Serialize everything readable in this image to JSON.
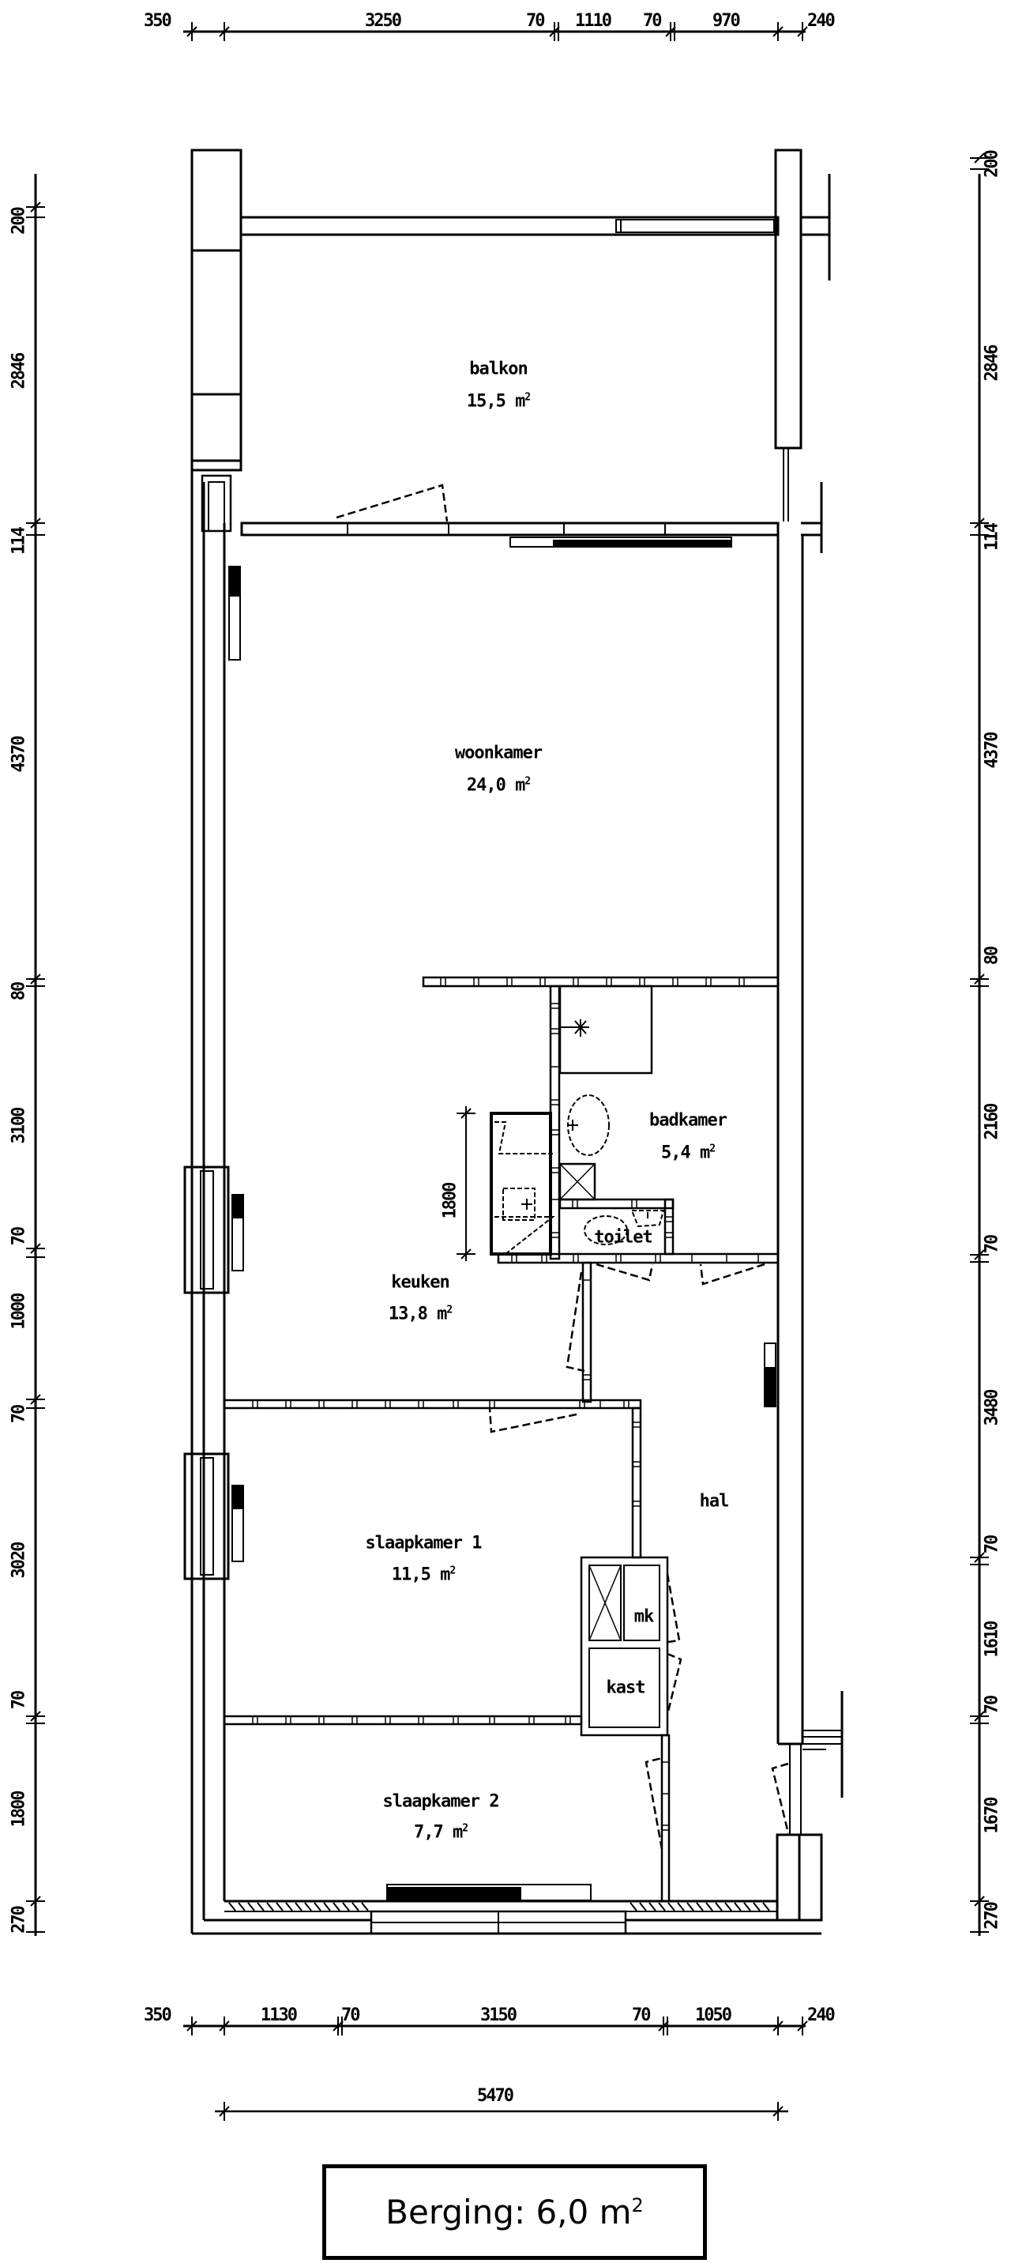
{
  "rooms": {
    "balkon": {
      "name": "balkon",
      "area": "15,5 m",
      "sup": "2"
    },
    "woonkamer": {
      "name": "woonkamer",
      "area": "24,0 m",
      "sup": "2"
    },
    "badkamer": {
      "name": "badkamer",
      "area": "5,4 m",
      "sup": "2"
    },
    "toilet": {
      "name": "toilet"
    },
    "keuken": {
      "name": "keuken",
      "area": "13,8 m",
      "sup": "2"
    },
    "hal": {
      "name": "hal"
    },
    "slaapkamer1": {
      "name": "slaapkamer 1",
      "area": "11,5 m",
      "sup": "2"
    },
    "mk": {
      "name": "mk"
    },
    "kast": {
      "name": "kast"
    },
    "slaapkamer2": {
      "name": "slaapkamer 2",
      "area": "7,7 m",
      "sup": "2"
    }
  },
  "dimensions": {
    "top": [
      "350",
      "3250",
      "70",
      "1110",
      "70",
      "970",
      "240"
    ],
    "bottom": [
      "350",
      "1130",
      "70",
      "3150",
      "70",
      "1050",
      "240"
    ],
    "overall_width": "5470",
    "left": [
      "200",
      "2846",
      "114",
      "4370",
      "80",
      "3100",
      "70",
      "1000",
      "70",
      "3020",
      "70",
      "1800",
      "270"
    ],
    "right": [
      "200",
      "2846",
      "114",
      "4370",
      "80",
      "2160",
      "70",
      "3480",
      "70",
      "1610",
      "70",
      "1670",
      "270"
    ],
    "kitchen_counter": "1800"
  },
  "storage": {
    "label": "Berging: 6,0 m",
    "sup": "2"
  }
}
